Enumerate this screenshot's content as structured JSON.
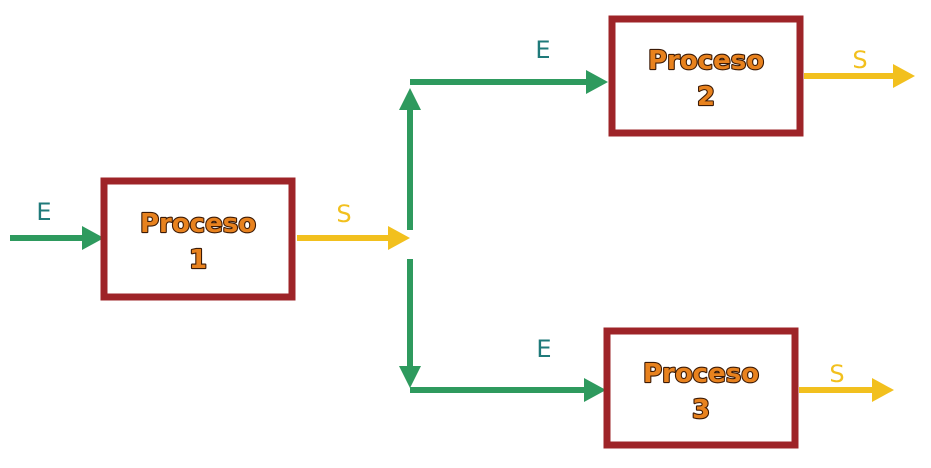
{
  "processes": [
    {
      "label": "Proceso",
      "number": "1"
    },
    {
      "label": "Proceso",
      "number": "2"
    },
    {
      "label": "Proceso",
      "number": "3"
    }
  ],
  "labels": {
    "entrada": "E",
    "salida": "S"
  },
  "colors": {
    "box_border": "#9e2428",
    "entrada_arrow": "#2e9a5e",
    "salida_arrow": "#f2c01e",
    "entrada_text": "#1f7a7a",
    "salida_text": "#f2c01e",
    "process_text": "#e8821e"
  }
}
